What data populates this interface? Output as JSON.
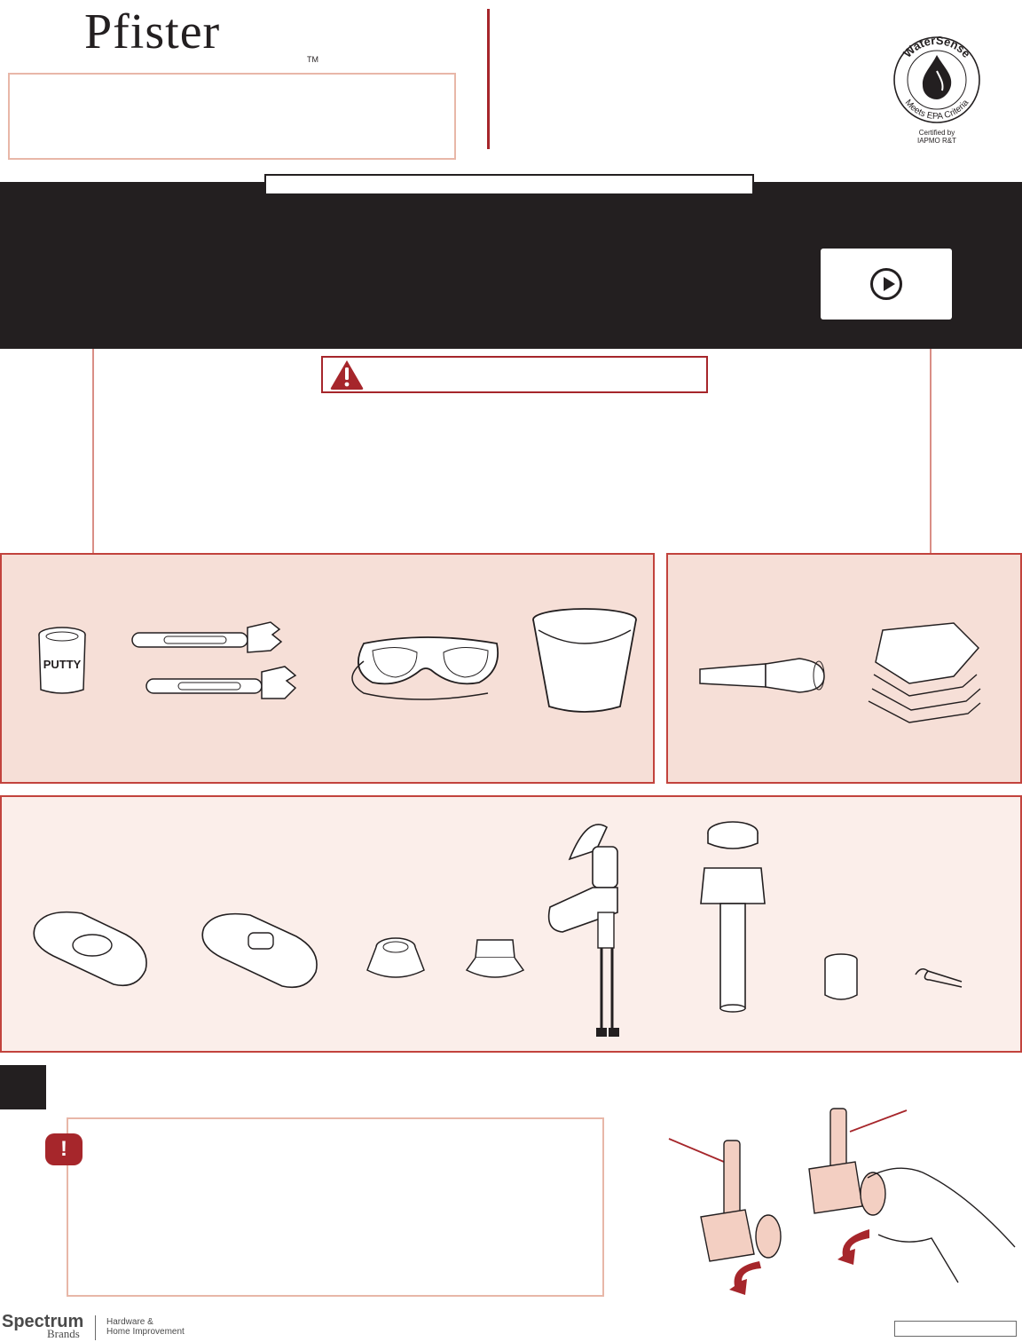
{
  "header": {
    "brand": "Pfister",
    "trademark": "TM",
    "certification": {
      "arc_text": "WaterSense",
      "bottom_text": "Meets EPA Criteria",
      "certified_by": "Certified by",
      "certifier": "IAPMO R&T"
    }
  },
  "putty_label": "PUTTY",
  "warning_icon": "exclamation-triangle-icon",
  "note_icon_glyph": "!",
  "footer": {
    "company": "Spectrum",
    "company_sub": "Brands",
    "division_line1": "Hardware &",
    "division_line2": "Home Improvement"
  },
  "colors": {
    "accent_red": "#a6262b",
    "panel_fill": "#f6dfd7",
    "parts_fill": "#fbeeea",
    "dark": "#231f20"
  }
}
